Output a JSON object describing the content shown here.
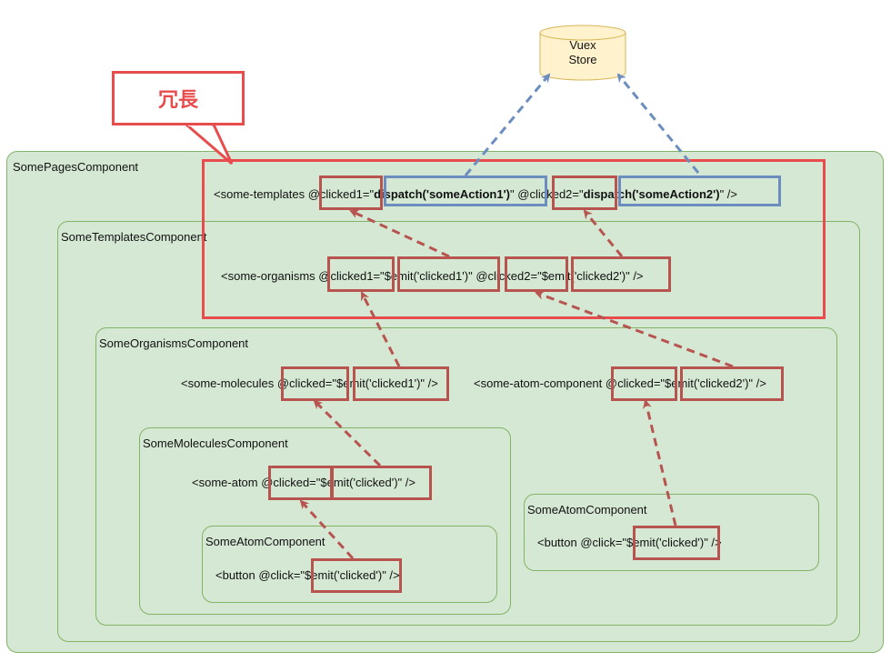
{
  "store": {
    "line1": "Vuex",
    "line2": "Store"
  },
  "callout": {
    "label": "冗長"
  },
  "containers": {
    "pages": "SomePagesComponent",
    "templates": "SomeTemplatesComponent",
    "organisms": "SomeOrganismsComponent",
    "molecules": "SomeMoleculesComponent",
    "atom_left": "SomeAtomComponent",
    "atom_right": "SomeAtomComponent"
  },
  "code": {
    "templates": {
      "pre": "<some-templates ",
      "attr1": "@clicked1",
      "eq1": "=\"",
      "val1": "dispatch('someAction1')",
      "close1": "\" ",
      "attr2": "@clicked2",
      "eq2": "=\"",
      "val2": "dispatch('someAction2')",
      "close2": "\" />"
    },
    "organisms": {
      "pre": "<some-organisms ",
      "attr1": "@clicked1",
      "eq1": "=\"",
      "val1": "$emit('clicked1')",
      "close1": "\" ",
      "attr2": "@clicked2",
      "eq2": "=\"",
      "val2": "$emit('clicked2')",
      "close2": "\" />"
    },
    "molecules": {
      "pre": "<some-molecules ",
      "attr": "@clicked",
      "eq": "=\"",
      "val": "$emit('clicked1')",
      "close": "\" />"
    },
    "atom_component": {
      "pre": "<some-atom-component ",
      "attr": "@clicked",
      "eq": "=\"",
      "val": "$emit('clicked2')",
      "close": "\" />"
    },
    "some_atom": {
      "pre": "<some-atom ",
      "attr": "@clicked",
      "eq": "=\"",
      "val": "$emit('clicked')",
      "close": "\" />"
    },
    "button_left": {
      "pre": "<button @click=\"",
      "val": "$emit('clicked')",
      "close": "\" />"
    },
    "button_right": {
      "pre": "<button @click=\"",
      "val": "$emit('clicked')",
      "close": "\" />"
    }
  },
  "colors": {
    "container_fill": "#d5e8d4",
    "container_border": "#82b366",
    "emit_arrow": "#b85450",
    "dispatch_arrow": "#6c8ebf",
    "redundant": "#e84c4c",
    "store_fill": "#fff2cc",
    "store_border": "#d6b656"
  }
}
